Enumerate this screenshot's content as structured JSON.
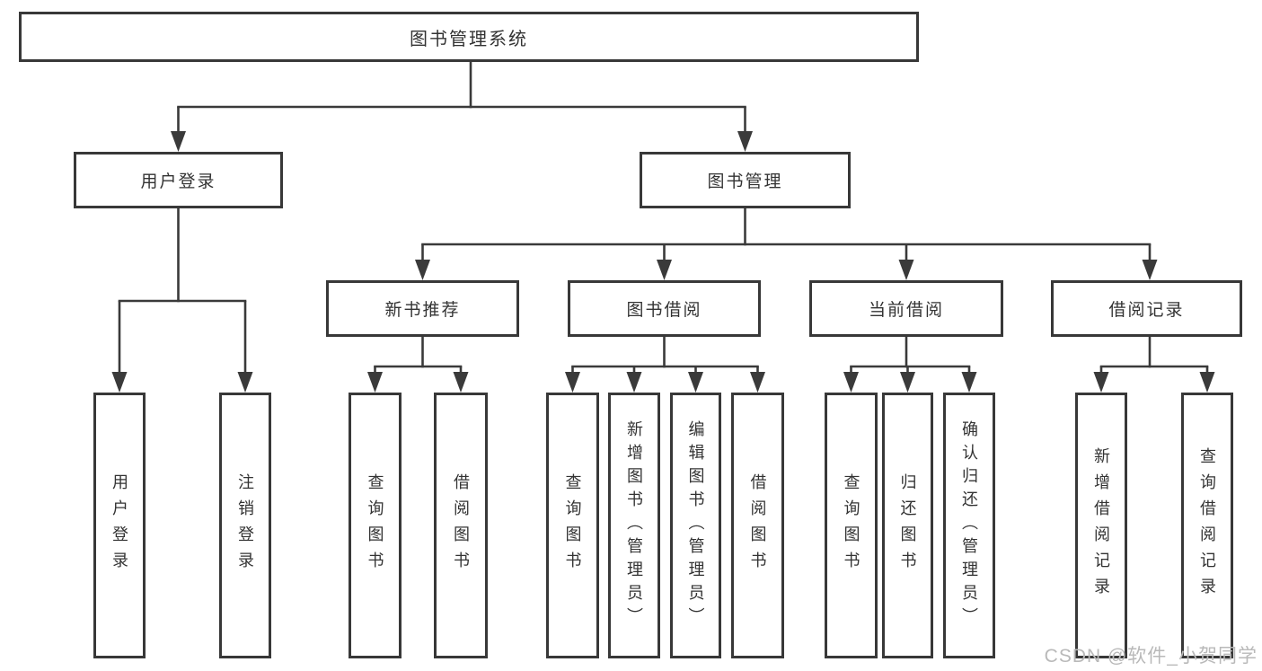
{
  "diagram": {
    "type": "hierarchy-tree",
    "nodes": {
      "root": {
        "label": "图书管理系统"
      },
      "user_login": {
        "label": "用户登录"
      },
      "book_mgmt": {
        "label": "图书管理"
      },
      "new_book_rec": {
        "label": "新书推荐"
      },
      "book_borrow": {
        "label": "图书借阅"
      },
      "current_borrow": {
        "label": "当前借阅"
      },
      "borrow_records": {
        "label": "借阅记录"
      },
      "u1": {
        "label": "用户登录"
      },
      "u2": {
        "label": "注销登录"
      },
      "n1": {
        "label": "查询图书"
      },
      "n2": {
        "label": "借阅图书"
      },
      "b1": {
        "label": "查询图书"
      },
      "b2": {
        "label": "新增图书（管理员）"
      },
      "b3": {
        "label": "编辑图书（管理员）"
      },
      "b4": {
        "label": "借阅图书"
      },
      "c1": {
        "label": "查询图书"
      },
      "c2": {
        "label": "归还图书"
      },
      "c3": {
        "label": "确认归还（管理员）"
      },
      "r1": {
        "label": "新增借阅记录"
      },
      "r2": {
        "label": "查询借阅记录"
      }
    },
    "edges": [
      [
        "root",
        "user_login"
      ],
      [
        "root",
        "book_mgmt"
      ],
      [
        "user_login",
        "u1"
      ],
      [
        "user_login",
        "u2"
      ],
      [
        "book_mgmt",
        "new_book_rec"
      ],
      [
        "book_mgmt",
        "book_borrow"
      ],
      [
        "book_mgmt",
        "current_borrow"
      ],
      [
        "book_mgmt",
        "borrow_records"
      ],
      [
        "new_book_rec",
        "n1"
      ],
      [
        "new_book_rec",
        "n2"
      ],
      [
        "book_borrow",
        "b1"
      ],
      [
        "book_borrow",
        "b2"
      ],
      [
        "book_borrow",
        "b3"
      ],
      [
        "book_borrow",
        "b4"
      ],
      [
        "current_borrow",
        "c1"
      ],
      [
        "current_borrow",
        "c2"
      ],
      [
        "current_borrow",
        "c3"
      ],
      [
        "borrow_records",
        "r1"
      ],
      [
        "borrow_records",
        "r2"
      ]
    ]
  },
  "watermark": {
    "text": "CSDN @软件_小贺同学"
  },
  "colors": {
    "line": "#3a3a3a",
    "box_border": "#383838",
    "text": "#333333",
    "watermark": "#b9b9b9",
    "background": "#ffffff"
  }
}
